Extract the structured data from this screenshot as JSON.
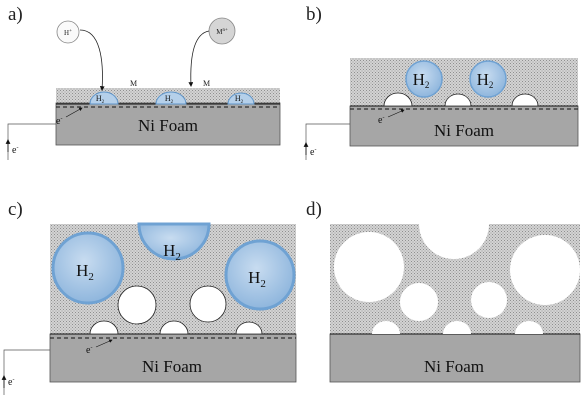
{
  "panels": [
    {
      "label": "a)"
    },
    {
      "label": "b)"
    },
    {
      "label": "c)"
    },
    {
      "label": "d)"
    }
  ],
  "substrate_label": "Ni Foam",
  "bubble_label_main": "H",
  "bubble_label_sub": "2",
  "deposit_label": "M",
  "proton_label_main": "H",
  "proton_label_sup": "+",
  "metal_ion_label_main": "M",
  "metal_ion_label_sup": "n+",
  "electron_label_main": "e",
  "electron_label_sup": "-",
  "colors": {
    "foam_fill": "#a9a9a9",
    "deposit_fill": "#cbcbcb",
    "bubble_fill": "#a9c8e6",
    "bubble_edge": "#5f95c9",
    "pore_fill": "#ffffff",
    "metal_ion_fill": "#d7d7d7"
  }
}
